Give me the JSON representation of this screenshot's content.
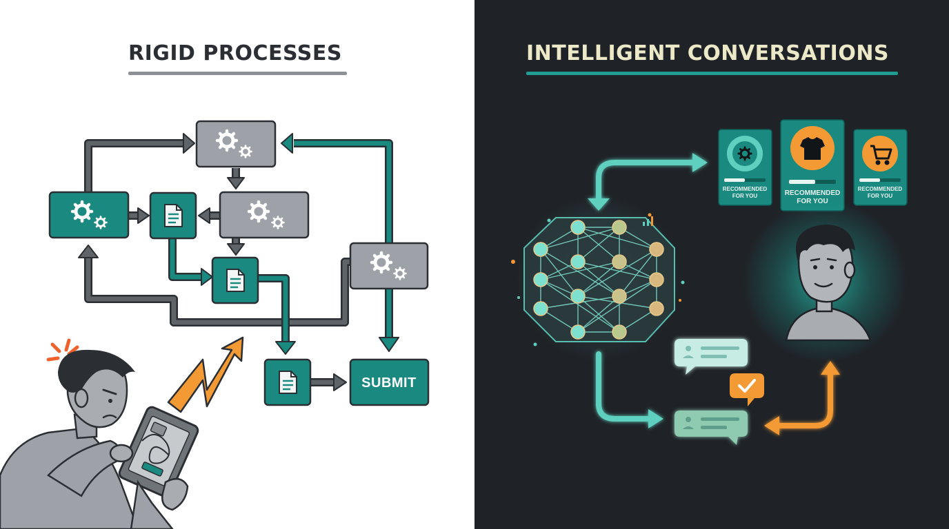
{
  "left_panel": {
    "title": "RIGID PROCESSES"
  },
  "right_panel": {
    "title": "INTELLIGENT CONVERSATIONS"
  },
  "submit_button": {
    "label": "SUBMIT"
  },
  "recommendation_cards": [
    {
      "icon": "gear-icon",
      "line1": "RECOMMENDED",
      "line2": "FOR YOU"
    },
    {
      "icon": "tshirt-icon",
      "line1": "RECOMMENDED",
      "line2": "FOR YOU"
    },
    {
      "icon": "cart-icon",
      "line1": "RECOMMENDED",
      "line2": "FOR YOU"
    }
  ],
  "colors": {
    "teal": "#1a8a80",
    "teal_light": "#5fd0bf",
    "gray_box": "#9ea2a8",
    "dark_outline": "#2b2e33",
    "orange": "#f39a34",
    "dark_bg": "#1f2328"
  }
}
